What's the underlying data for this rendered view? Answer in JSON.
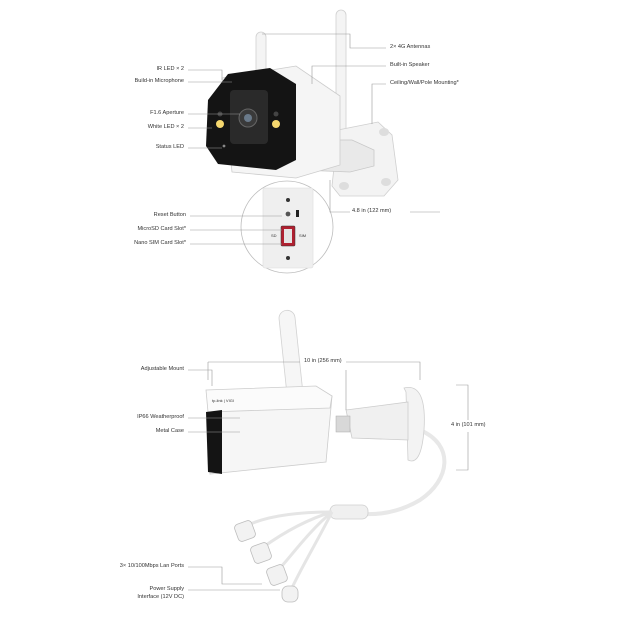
{
  "top_camera": {
    "callouts_left": {
      "ir_led": "IR LED × 2",
      "microphone": "Build-in Microphone",
      "aperture": "F1.6 Aperture",
      "white_led": "White LED × 2",
      "status_led": "Status LED",
      "reset_button": "Reset Button",
      "microsd_slot": "MicroSD Card Slot*",
      "nano_sim_slot": "Nano SIM Card Slot*"
    },
    "callouts_right": {
      "antennas": "2× 4G Antennas",
      "speaker": "Built-in Speaker",
      "mounting": "Ceiling/Wall/Pole Mounting*"
    },
    "dimension": "4.8 in (122 mm)",
    "slot_labels": {
      "left": "SD",
      "right": "SIM"
    }
  },
  "bottom_camera": {
    "brand_text": "tp-link | VIGI",
    "callouts_left": {
      "adjustable_mount": "Adjustable Mount",
      "weatherproof": "IP66 Weatherproof",
      "metal_case": "Metal Case",
      "lan_ports": "3× 10/100Mbps Lan Ports",
      "power_line1": "Power Supply",
      "power_line2": "Interface (12V DC)"
    },
    "dimension_length": "10 in (256 mm)",
    "dimension_height": "4 in (101 mm)"
  },
  "colors": {
    "body": "#f2f2f2",
    "front": "#111111",
    "led": "#f5d76e",
    "line": "#9a9a9a"
  }
}
